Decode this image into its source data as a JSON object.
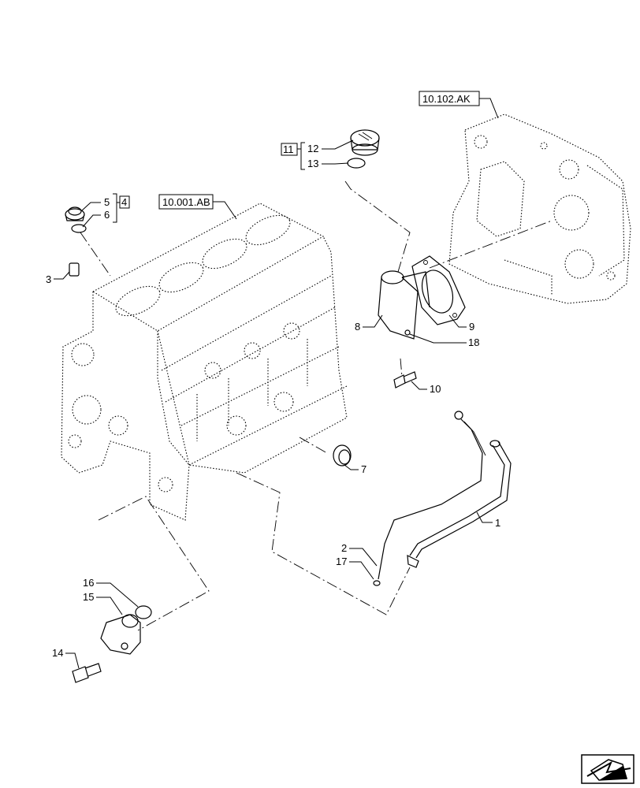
{
  "reference_boxes": {
    "block_ref": "10.001.AB",
    "housing_ref": "10.102.AK"
  },
  "callouts": {
    "c1": "1",
    "c2": "2",
    "c3": "3",
    "c4": "4",
    "c5": "5",
    "c6": "6",
    "c7": "7",
    "c8": "8",
    "c9": "9",
    "c10": "10",
    "c11": "11",
    "c12": "12",
    "c13": "13",
    "c14": "14",
    "c15": "15",
    "c16": "16",
    "c17": "17",
    "c18": "18"
  },
  "nav_icon": "next-page-arrow-icon"
}
